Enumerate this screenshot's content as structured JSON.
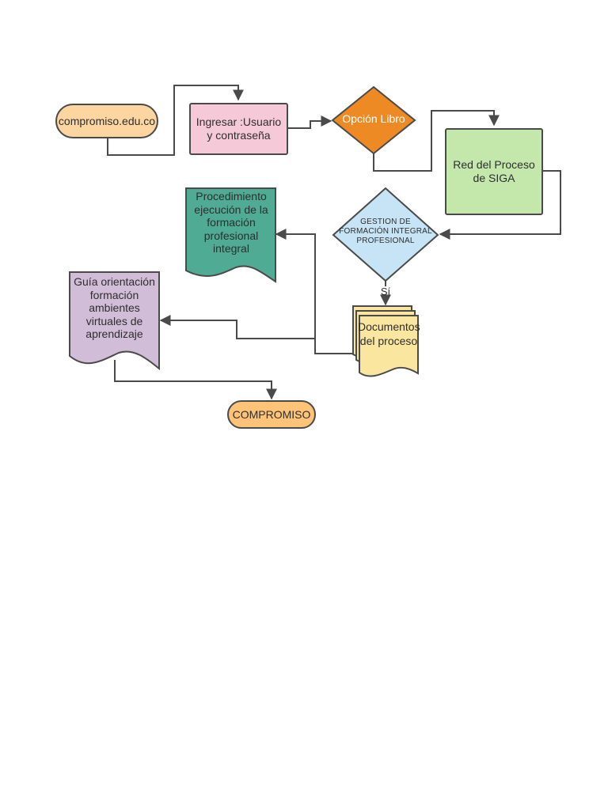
{
  "nodes": {
    "start": {
      "text": "compromiso.edu.co",
      "color": "#fdd5a0"
    },
    "login": {
      "text": "Ingresar :Usuario y contraseña",
      "color": "#f6c9d9"
    },
    "option": {
      "text": "Opción Libro",
      "color": "#ee8a23"
    },
    "network": {
      "text": "Red del Proceso de SIGA",
      "color": "#c4e8ac"
    },
    "gestion": {
      "text": "GESTION DE FORMACIÓN INTEGRAL PROFESIONAL",
      "color": "#c6e4f6"
    },
    "procedure": {
      "text": "Procedimiento ejecución de la formación profesional integral",
      "color": "#4fab94"
    },
    "guide": {
      "text": "Guía orientación formación ambientes virtuales de aprendizaje",
      "color": "#d2bdd8"
    },
    "documents": {
      "text": "Documentos del proceso",
      "color": "#fbe6a0"
    },
    "end": {
      "text": "COMPROMISO",
      "color": "#fdc477"
    }
  },
  "edges": {
    "yes_label": "Sí"
  },
  "colors": {
    "line": "#4a4a4a"
  }
}
